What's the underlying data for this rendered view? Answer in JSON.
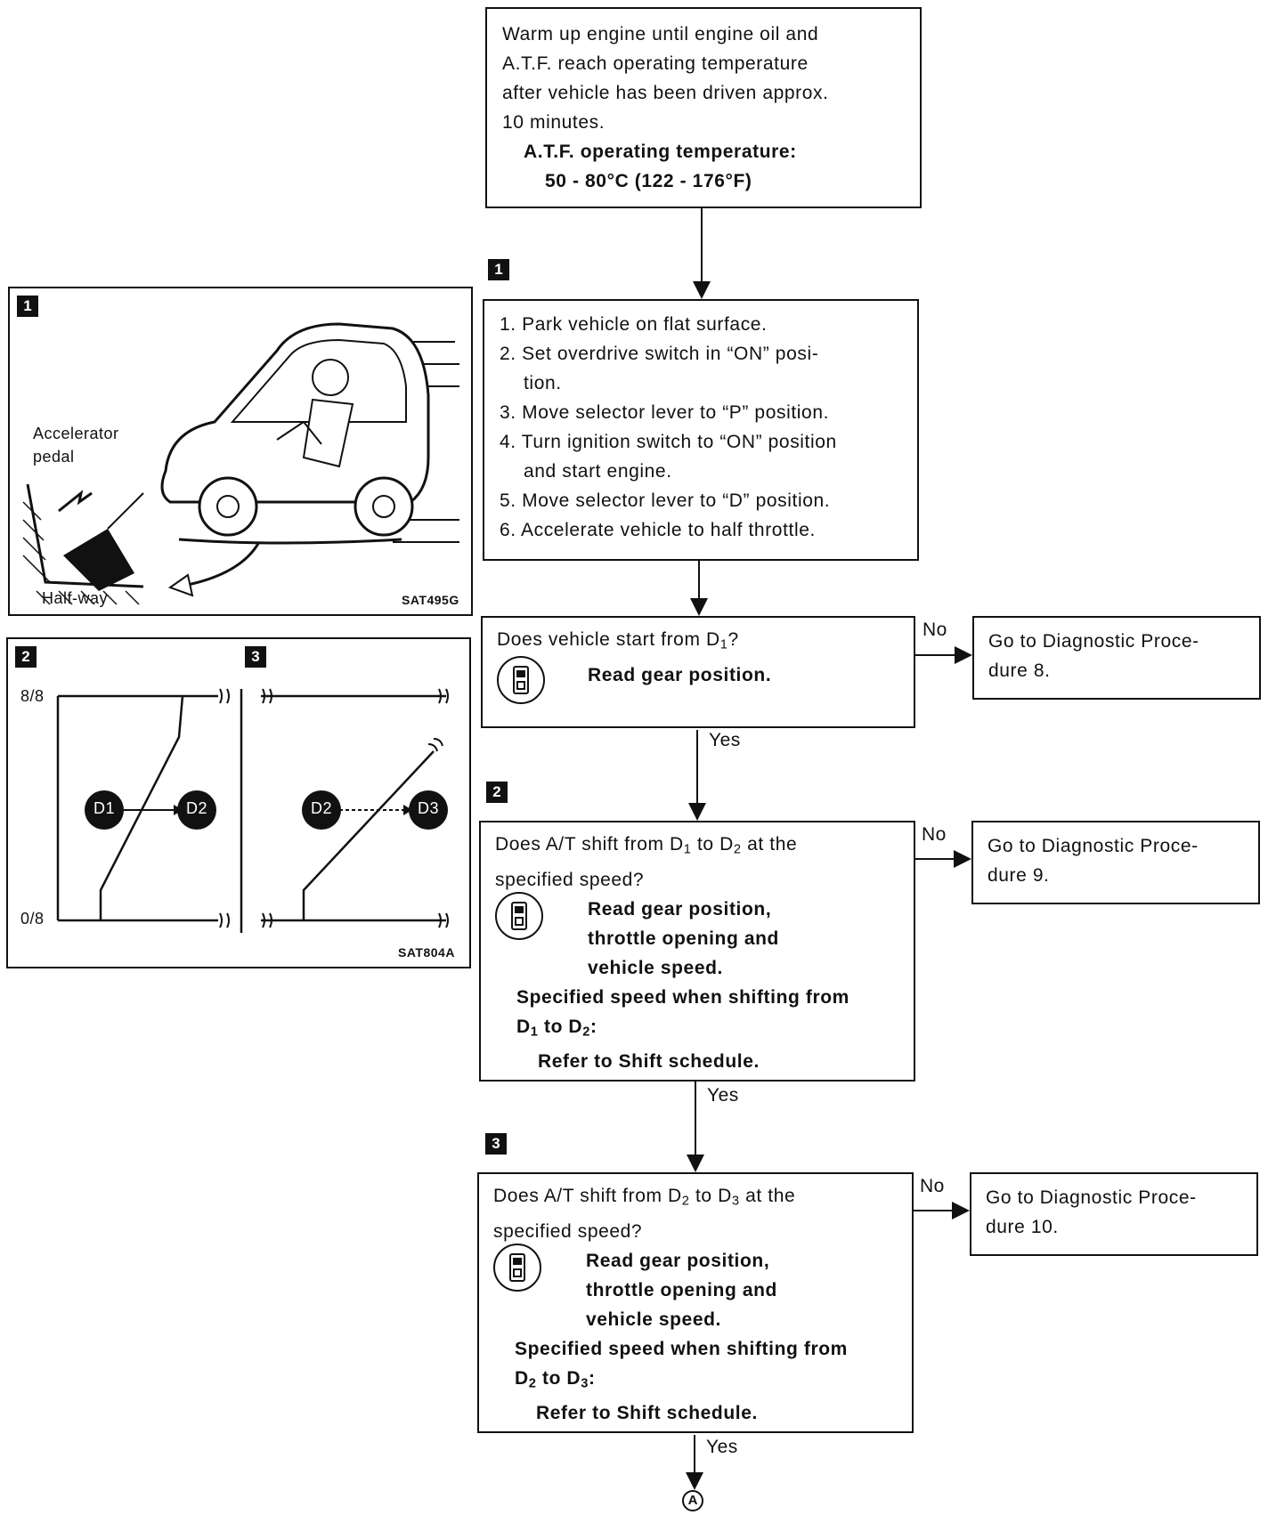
{
  "intro": {
    "lines": [
      "Warm up engine until engine oil and",
      "A.T.F. reach operating temperature",
      "after vehicle has been driven approx.",
      "10 minutes."
    ],
    "spec_label": "A.T.F. operating temperature:",
    "spec_value": "50 - 80°C (122 - 176°F)"
  },
  "step1": {
    "marker": "1",
    "items": [
      "1. Park vehicle on flat surface.",
      "2. Set overdrive switch in “ON” posi-",
      "tion.",
      "3. Move selector lever to “P” position.",
      "4. Turn ignition switch to “ON” position",
      "and start engine.",
      "5. Move selector lever to “D” position.",
      "6. Accelerate vehicle to half throttle."
    ]
  },
  "q1": {
    "question_a": "Does vehicle start from D",
    "question_sub": "1",
    "question_b": "?",
    "read": "Read gear position.",
    "no_label": "No",
    "yes_label": "Yes",
    "goto_line1": "Go to Diagnostic Proce-",
    "goto_line2": "dure 8."
  },
  "q2": {
    "marker": "2",
    "q_a": "Does A/T shift from D",
    "q_s1": "1",
    "q_b": " to D",
    "q_s2": "2",
    "q_c": " at the",
    "q_line2": "specified speed?",
    "read1": "Read gear position,",
    "read2": "throttle opening and",
    "read3": "vehicle speed.",
    "spec1": "Specified speed when shifting from",
    "spec2a": "D",
    "spec2s1": "1",
    "spec2b": " to D",
    "spec2s2": "2",
    "spec2c": ":",
    "spec3": "Refer to Shift schedule.",
    "no_label": "No",
    "yes_label": "Yes",
    "goto_line1": "Go to Diagnostic Proce-",
    "goto_line2": "dure 9."
  },
  "q3": {
    "marker": "3",
    "q_a": "Does A/T shift from D",
    "q_s1": "2",
    "q_b": " to D",
    "q_s2": "3",
    "q_c": " at the",
    "q_line2": "specified speed?",
    "read1": "Read gear position,",
    "read2": "throttle opening and",
    "read3": "vehicle speed.",
    "spec1": "Specified speed when shifting from",
    "spec2a": "D",
    "spec2s1": "2",
    "spec2b": " to D",
    "spec2s2": "3",
    "spec2c": ":",
    "spec3": "Refer to Shift schedule.",
    "no_label": "No",
    "yes_label": "Yes",
    "goto_line1": "Go to Diagnostic Proce-",
    "goto_line2": "dure 10."
  },
  "connector": "A",
  "figure1": {
    "marker": "1",
    "label_pedal_1": "Accelerator",
    "label_pedal_2": "pedal",
    "label_halfway": "Half-way",
    "code": "SAT495G"
  },
  "figure2": {
    "marker_left": "2",
    "marker_right": "3",
    "y_top": "8/8",
    "y_bottom": "0/8",
    "left_from": "D1",
    "left_to": "D2",
    "right_from": "D2",
    "right_to": "D3",
    "code": "SAT804A"
  }
}
